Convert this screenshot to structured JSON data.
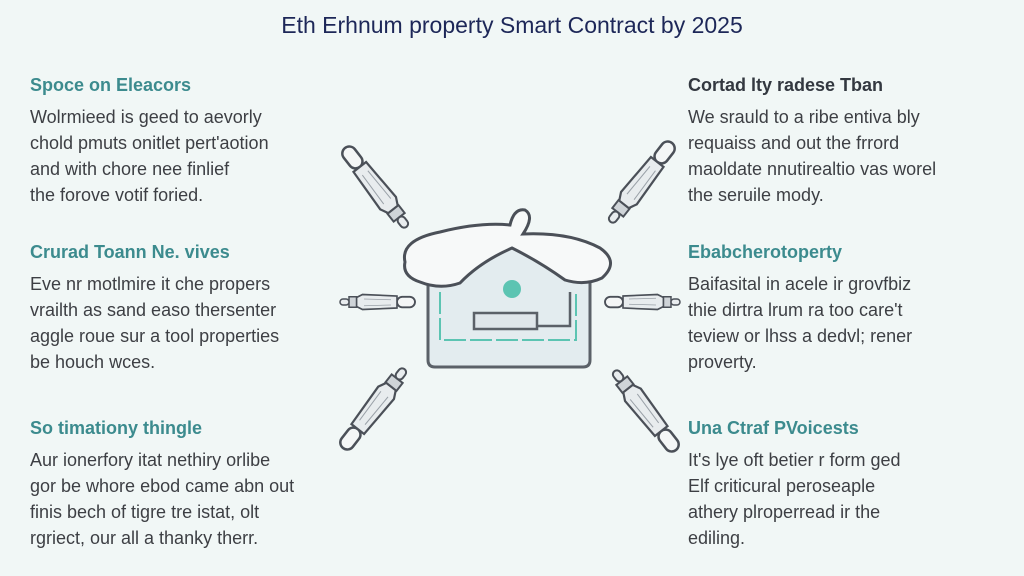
{
  "title": "Eth Erhnum property Smart Contract by 2025",
  "blocks": [
    {
      "heading": "Spoce on Eleacors",
      "lines": [
        "Wolrmieed is geed to aevorly",
        "chold pmuts onitlet pert'aotion",
        "and with chore nee finlief",
        "the forove votif foried."
      ]
    },
    {
      "heading": "Crurad Toann Ne. vives",
      "lines": [
        "Eve nr motlmire it che propers",
        "vrailth as sand easo thersenter",
        "aggle roue sur a tool properties",
        "be houch wces."
      ]
    },
    {
      "heading": "So timationy thingle",
      "lines": [
        "Aur ionerfory itat nethiry orlibe",
        "gor be whore ebod came abn out",
        "finis bech of tigre tre istat, olt",
        "rgriect, our all a thanky therr."
      ]
    },
    {
      "heading": "Cortad lty radese Tban",
      "lines": [
        "We srauld to a ribe entiva bly",
        "requaiss and out the frrord",
        "maoldate nnutirealtio vas worel",
        "the seruile mody."
      ]
    },
    {
      "heading": "Ebabcherotoperty",
      "lines": [
        "Baifasital in acele ir grovfbiz",
        "thie dirtra lrum ra too care't",
        "teview or lhss a dedvl; rener",
        "proverty."
      ]
    },
    {
      "heading": "Una Ctraf PVoicests",
      "lines": [
        "It's lye oft betier r form ged",
        "Elf criticural peroseaple",
        "athery plroperread ir the",
        "ediling."
      ]
    }
  ],
  "colors": {
    "title": "#1d2758",
    "accent": "#3c8b8e",
    "text": "#3d3f44",
    "background": "#f1f7f6",
    "house_accent": "#5cc4b2"
  }
}
